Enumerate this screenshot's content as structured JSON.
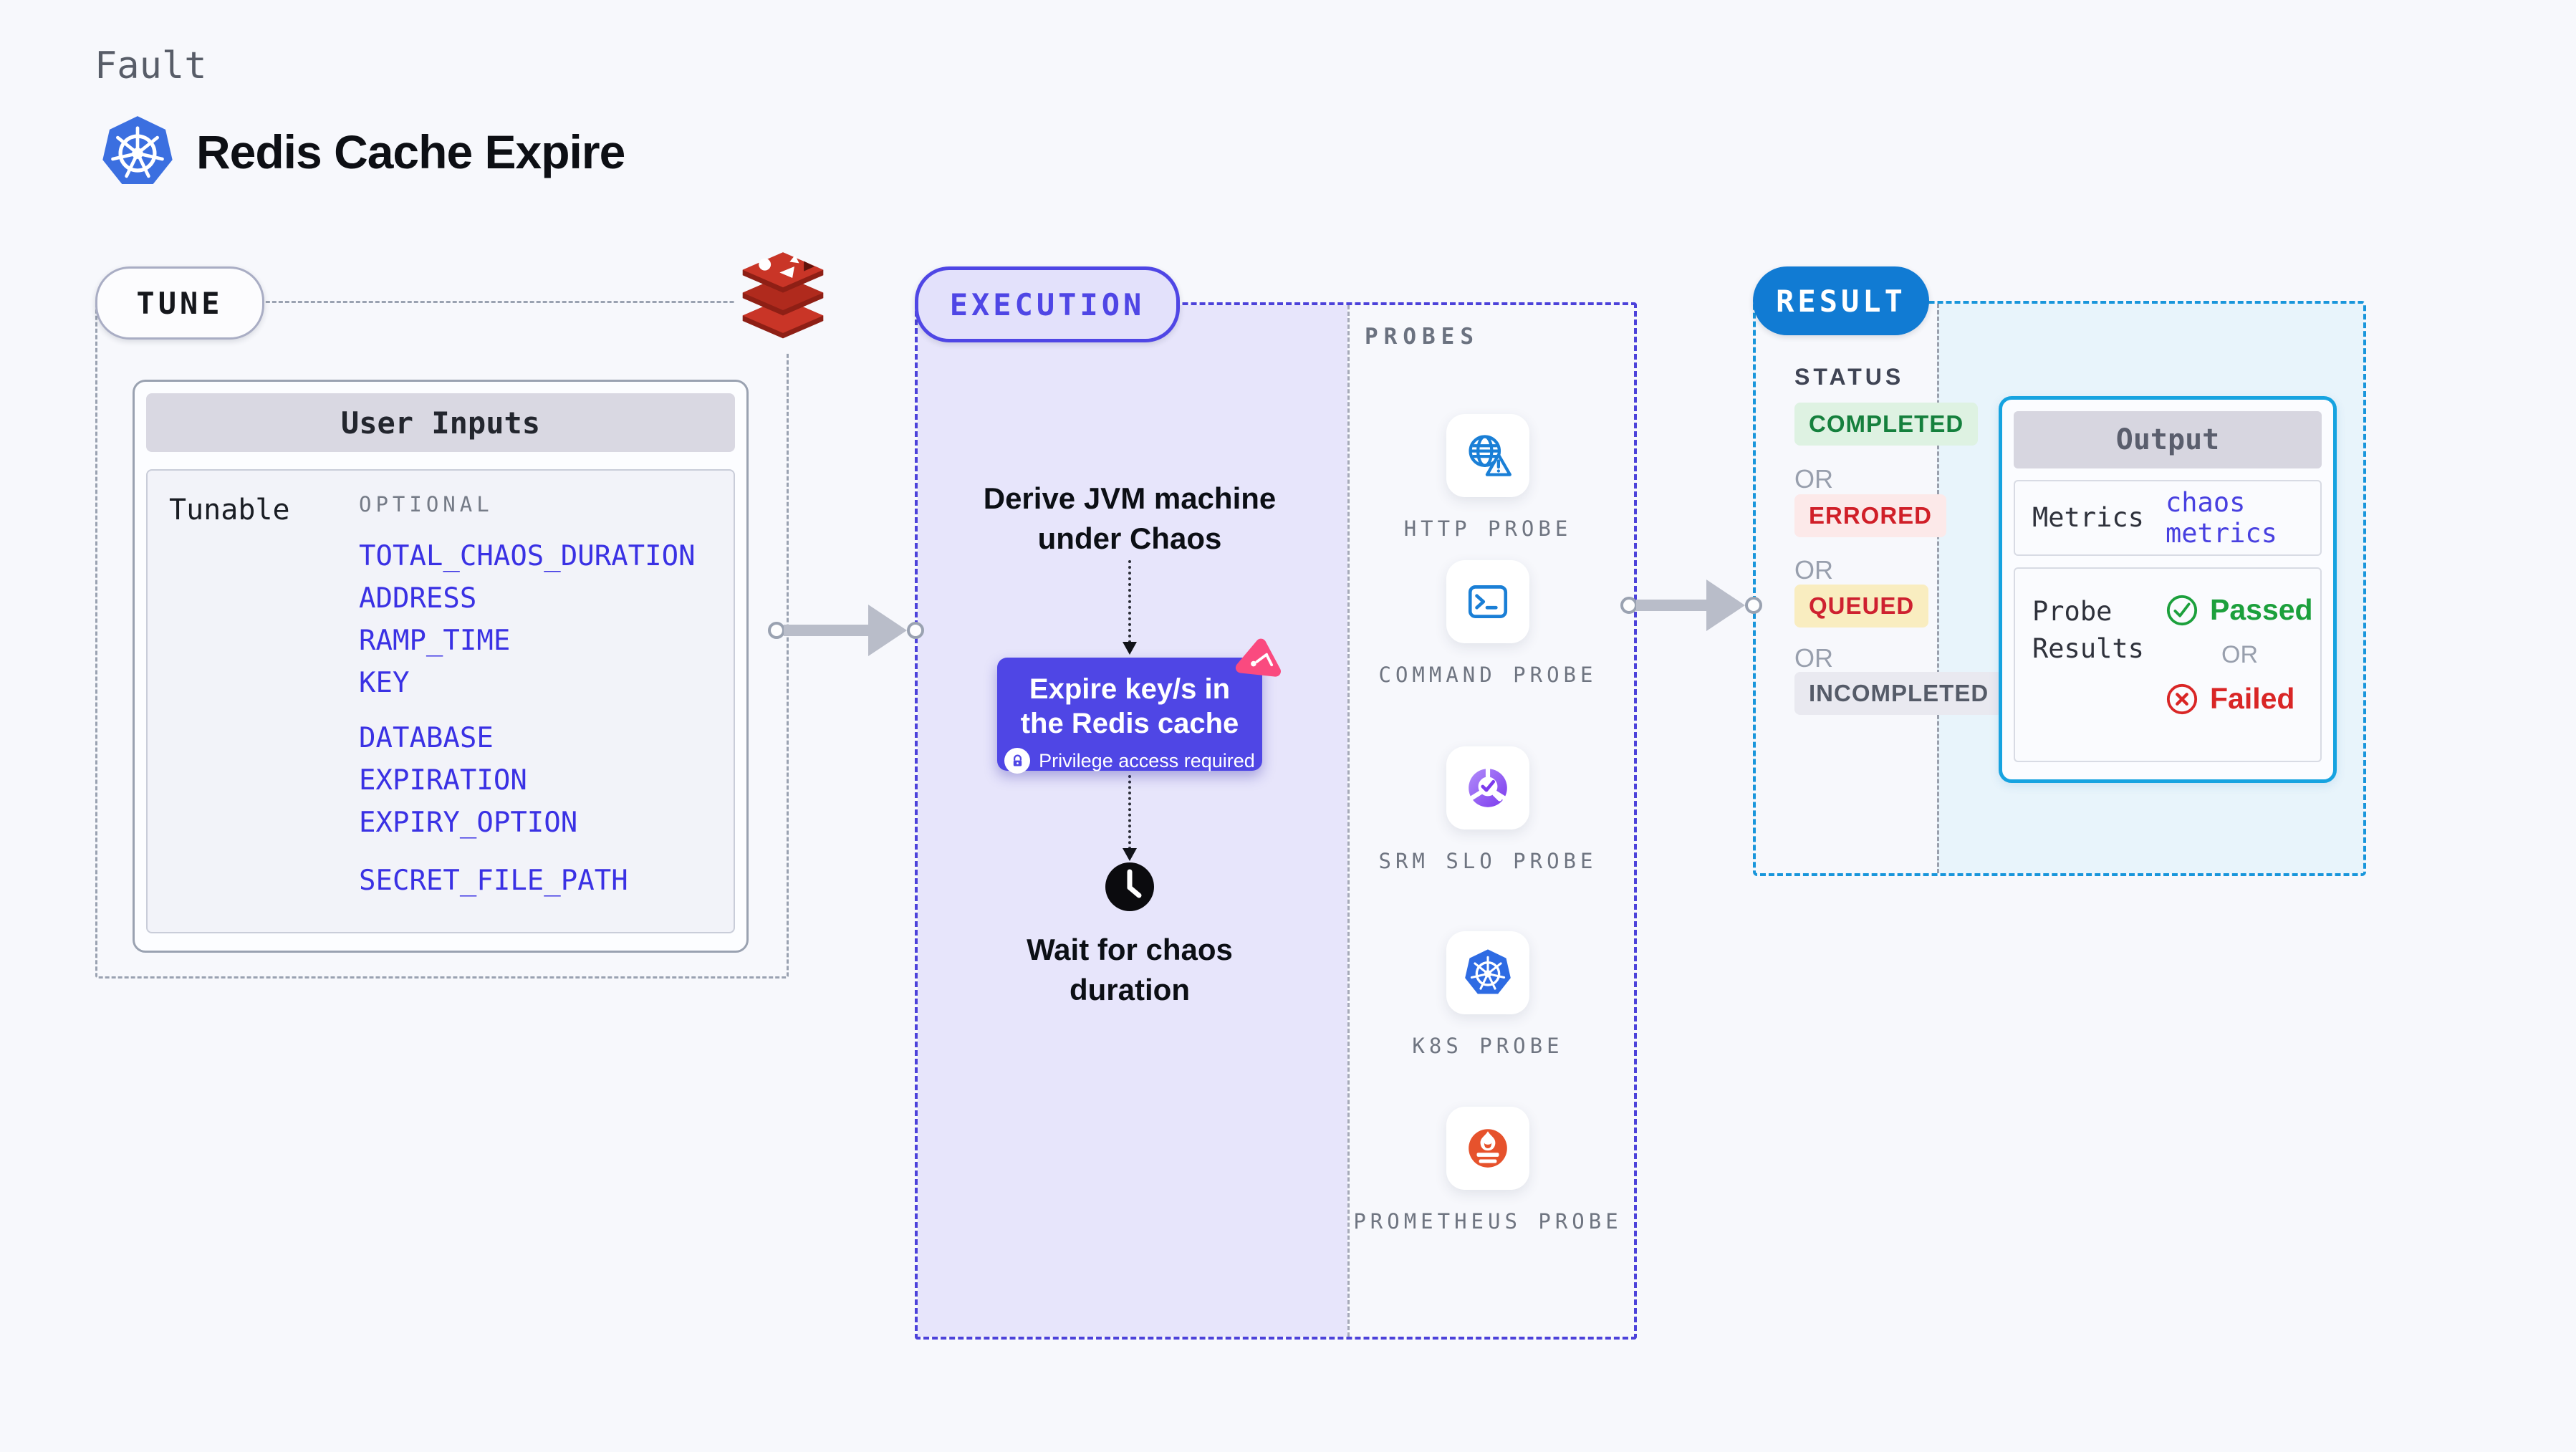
{
  "header": {
    "kicker": "Fault",
    "title": "Redis Cache Expire"
  },
  "tune": {
    "pill": "TUNE",
    "card_title": "User Inputs",
    "row_label": "Tunable",
    "group_label": "OPTIONAL",
    "groups": [
      {
        "items": [
          "TOTAL_CHAOS_DURATION",
          "ADDRESS",
          "RAMP_TIME",
          "KEY"
        ]
      },
      {
        "items": [
          "DATABASE",
          "EXPIRATION",
          "EXPIRY_OPTION"
        ]
      },
      {
        "items": [
          "SECRET_FILE_PATH"
        ]
      }
    ]
  },
  "execution": {
    "pill": "EXECUTION",
    "step1": "Derive JVM machine under Chaos",
    "action_title": "Expire key/s in the Redis cache",
    "action_note": "Privilege access required",
    "step3": "Wait for chaos duration"
  },
  "probes": {
    "panel_label": "PROBES",
    "items": [
      {
        "label": "HTTP PROBE",
        "icon": "globe-alert-icon"
      },
      {
        "label": "COMMAND PROBE",
        "icon": "terminal-icon"
      },
      {
        "label": "SRM SLO PROBE",
        "icon": "slo-donut-icon"
      },
      {
        "label": "K8S PROBE",
        "icon": "kubernetes-icon"
      },
      {
        "label": "PROMETHEUS PROBE",
        "icon": "prometheus-icon"
      }
    ]
  },
  "result": {
    "pill": "RESULT",
    "status_label": "STATUS",
    "or": "OR",
    "statuses": [
      {
        "label": "COMPLETED",
        "fg": "#15803d",
        "bg": "#def2e2"
      },
      {
        "label": "ERRORED",
        "fg": "#d01f28",
        "bg": "#fce9e9"
      },
      {
        "label": "QUEUED",
        "fg": "#ce2130",
        "bg": "#f9edc0"
      },
      {
        "label": "INCOMPLETED",
        "fg": "#555b68",
        "bg": "#e9e9f0"
      }
    ],
    "output": {
      "title": "Output",
      "metrics_label": "Metrics",
      "metrics_value": "chaos metrics",
      "probe_results_label": "Probe Results",
      "passed": "Passed",
      "failed": "Failed"
    }
  },
  "colors": {
    "accent_indigo": "#4f46e5",
    "execution_fill": "#e7e5fb",
    "result_pill_blue": "#117bd3",
    "result_border_cyan": "#1996db",
    "result_fill": "#e8f4fb",
    "link_blue": "#3a31e4",
    "passed_green": "#1ca03c",
    "failed_red": "#d92626",
    "redis_red": "#c6302b",
    "kubernetes_blue": "#326ce5",
    "prometheus_orange": "#e6522c",
    "litmus_pink": "#fa4a7f",
    "probe_icon_blue": "#1a7fd6"
  }
}
